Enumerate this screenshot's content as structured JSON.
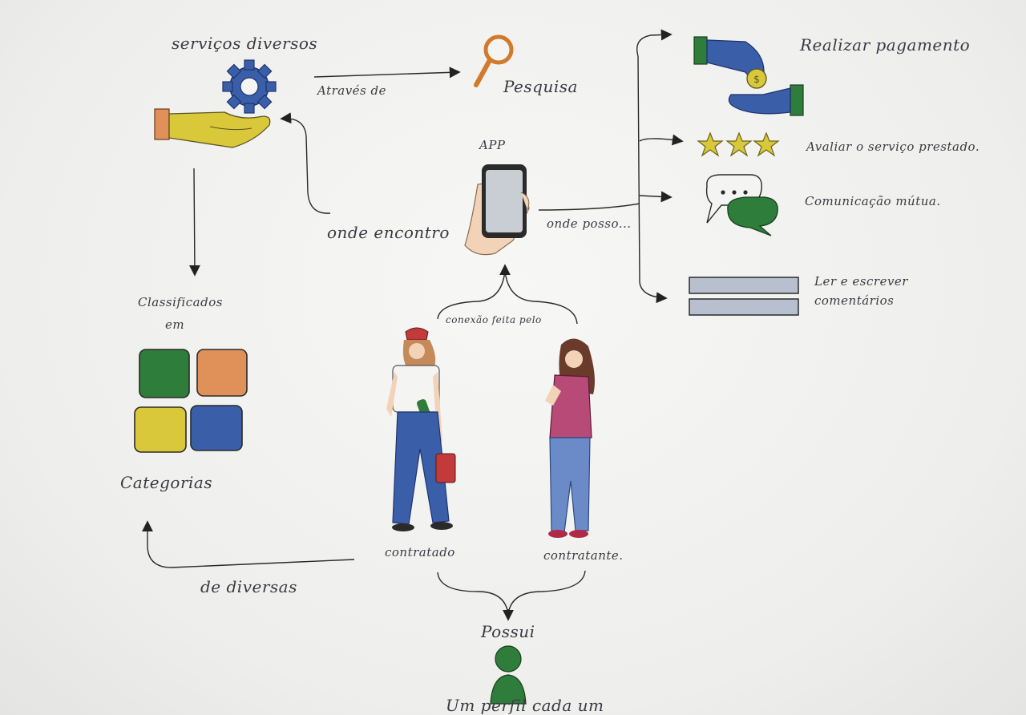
{
  "labels": {
    "servicos_diversos": "serviços diversos",
    "atraves_de": "Através de",
    "pesquisa": "Pesquisa",
    "app": "APP",
    "onde_encontro": "onde encontro",
    "onde_posso": "onde posso...",
    "realizar_pagamento": "Realizar pagamento",
    "avaliar_servico": "Avaliar o serviço prestado.",
    "comunicacao_mutua": "Comunicação mútua.",
    "ler_escrever_1": "Ler e escrever",
    "ler_escrever_2": "comentários",
    "classificados_1": "Classificados",
    "classificados_2": "em",
    "categorias": "Categorias",
    "conexao": "conexão feita pelo",
    "contratado": "contratado",
    "contratante": "contratante.",
    "de_diversas": "de diversas",
    "possui": "Possui",
    "um_perfil": "Um perfil cada um"
  },
  "colors": {
    "blue_pen": "#3a5fa8",
    "yellow": "#d9c83a",
    "green": "#2f7d3a",
    "orange": "#e0915a",
    "red": "#c23a3a",
    "ink": "#2a2a2a"
  },
  "icons": [
    "gear-icon",
    "helping-hand-icon",
    "magnifier-icon",
    "phone-in-hand-icon",
    "payment-hands-icon",
    "coin-icon",
    "star-icon",
    "chat-bubbles-icon",
    "comment-lines-icon",
    "category-tiles-icon",
    "user-profile-icon"
  ]
}
